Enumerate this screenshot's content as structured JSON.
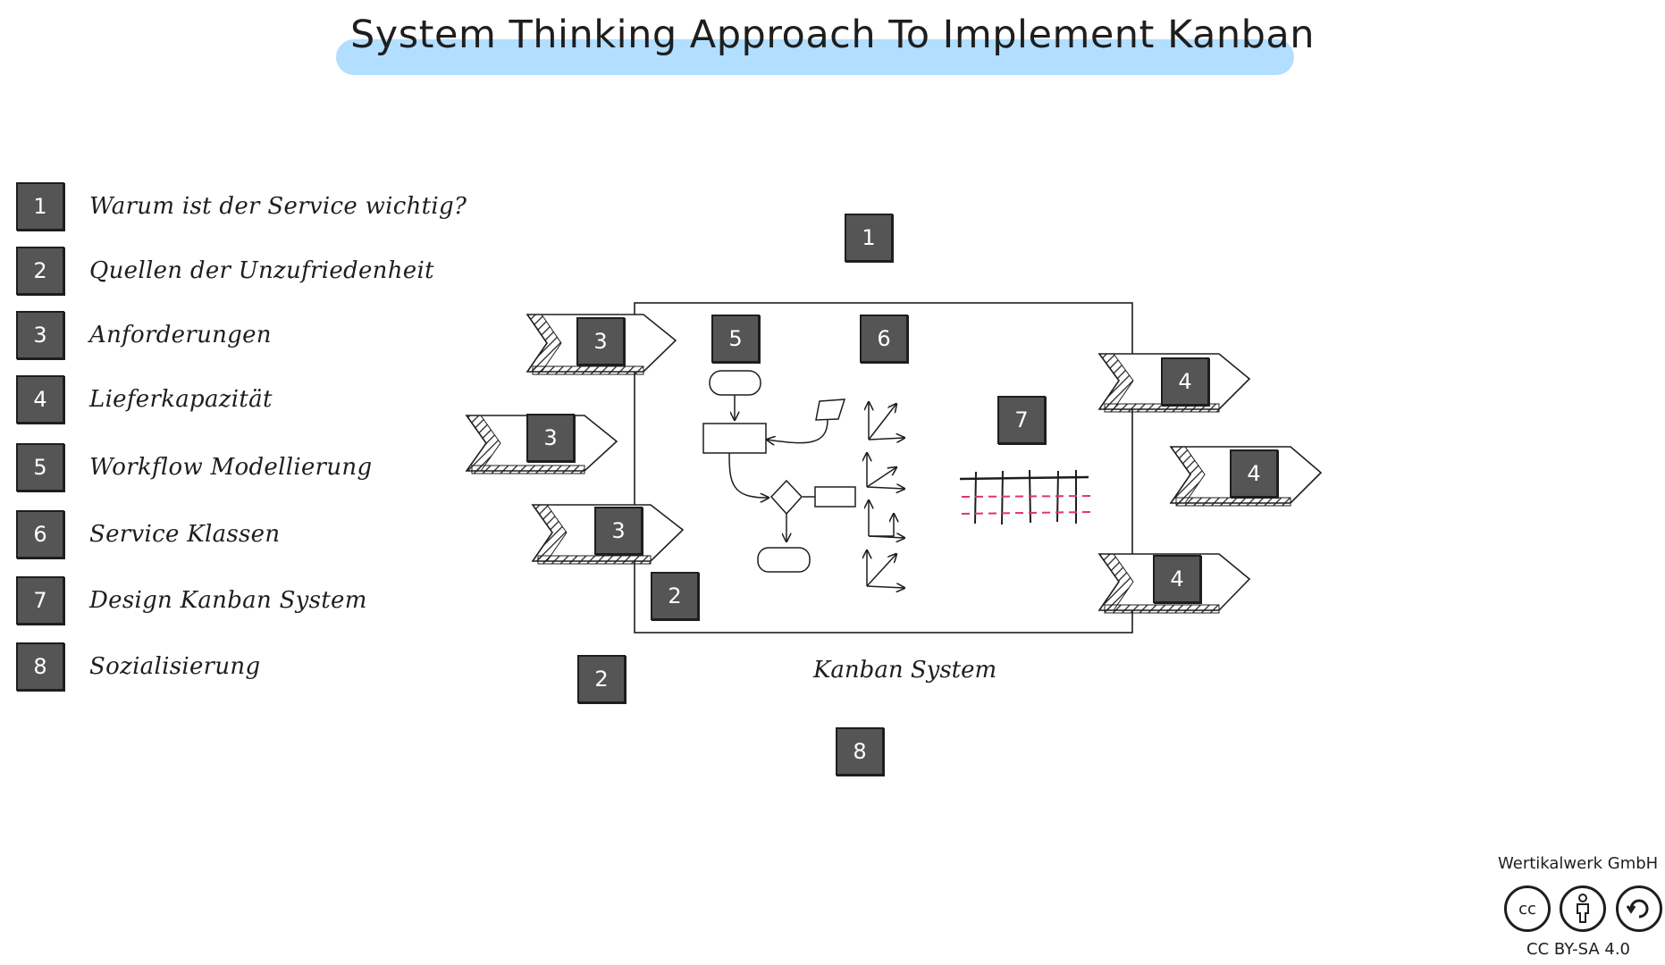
{
  "title": "System Thinking Approach To Implement Kanban",
  "legend": [
    {
      "number": "1",
      "label": "Warum ist der Service wichtig?"
    },
    {
      "number": "2",
      "label": "Quellen der Unzufriedenheit"
    },
    {
      "number": "3",
      "label": "Anforderungen"
    },
    {
      "number": "4",
      "label": "Lieferkapazität"
    },
    {
      "number": "5",
      "label": "Workflow Modellierung"
    },
    {
      "number": "6",
      "label": "Service Klassen"
    },
    {
      "number": "7",
      "label": "Design Kanban System"
    },
    {
      "number": "8",
      "label": "Sozialisierung"
    }
  ],
  "diagram": {
    "system_label": "Kanban System",
    "markers": {
      "top": "1",
      "inside_bottom_left": "2",
      "outside_bottom_left": "2",
      "workflow": "5",
      "classes": "6",
      "design": "7",
      "bottom": "8"
    },
    "inputs": [
      "3",
      "3",
      "3"
    ],
    "outputs": [
      "4",
      "4",
      "4"
    ]
  },
  "footer": {
    "company": "Wertikalwerk GmbH",
    "license": "CC BY-SA 4.0",
    "cc_label": "cc"
  },
  "colors": {
    "highlight": "#a5d8ff",
    "badge": "#555555",
    "stroke": "#1e1e1e",
    "board_dashes": "#e03177"
  }
}
